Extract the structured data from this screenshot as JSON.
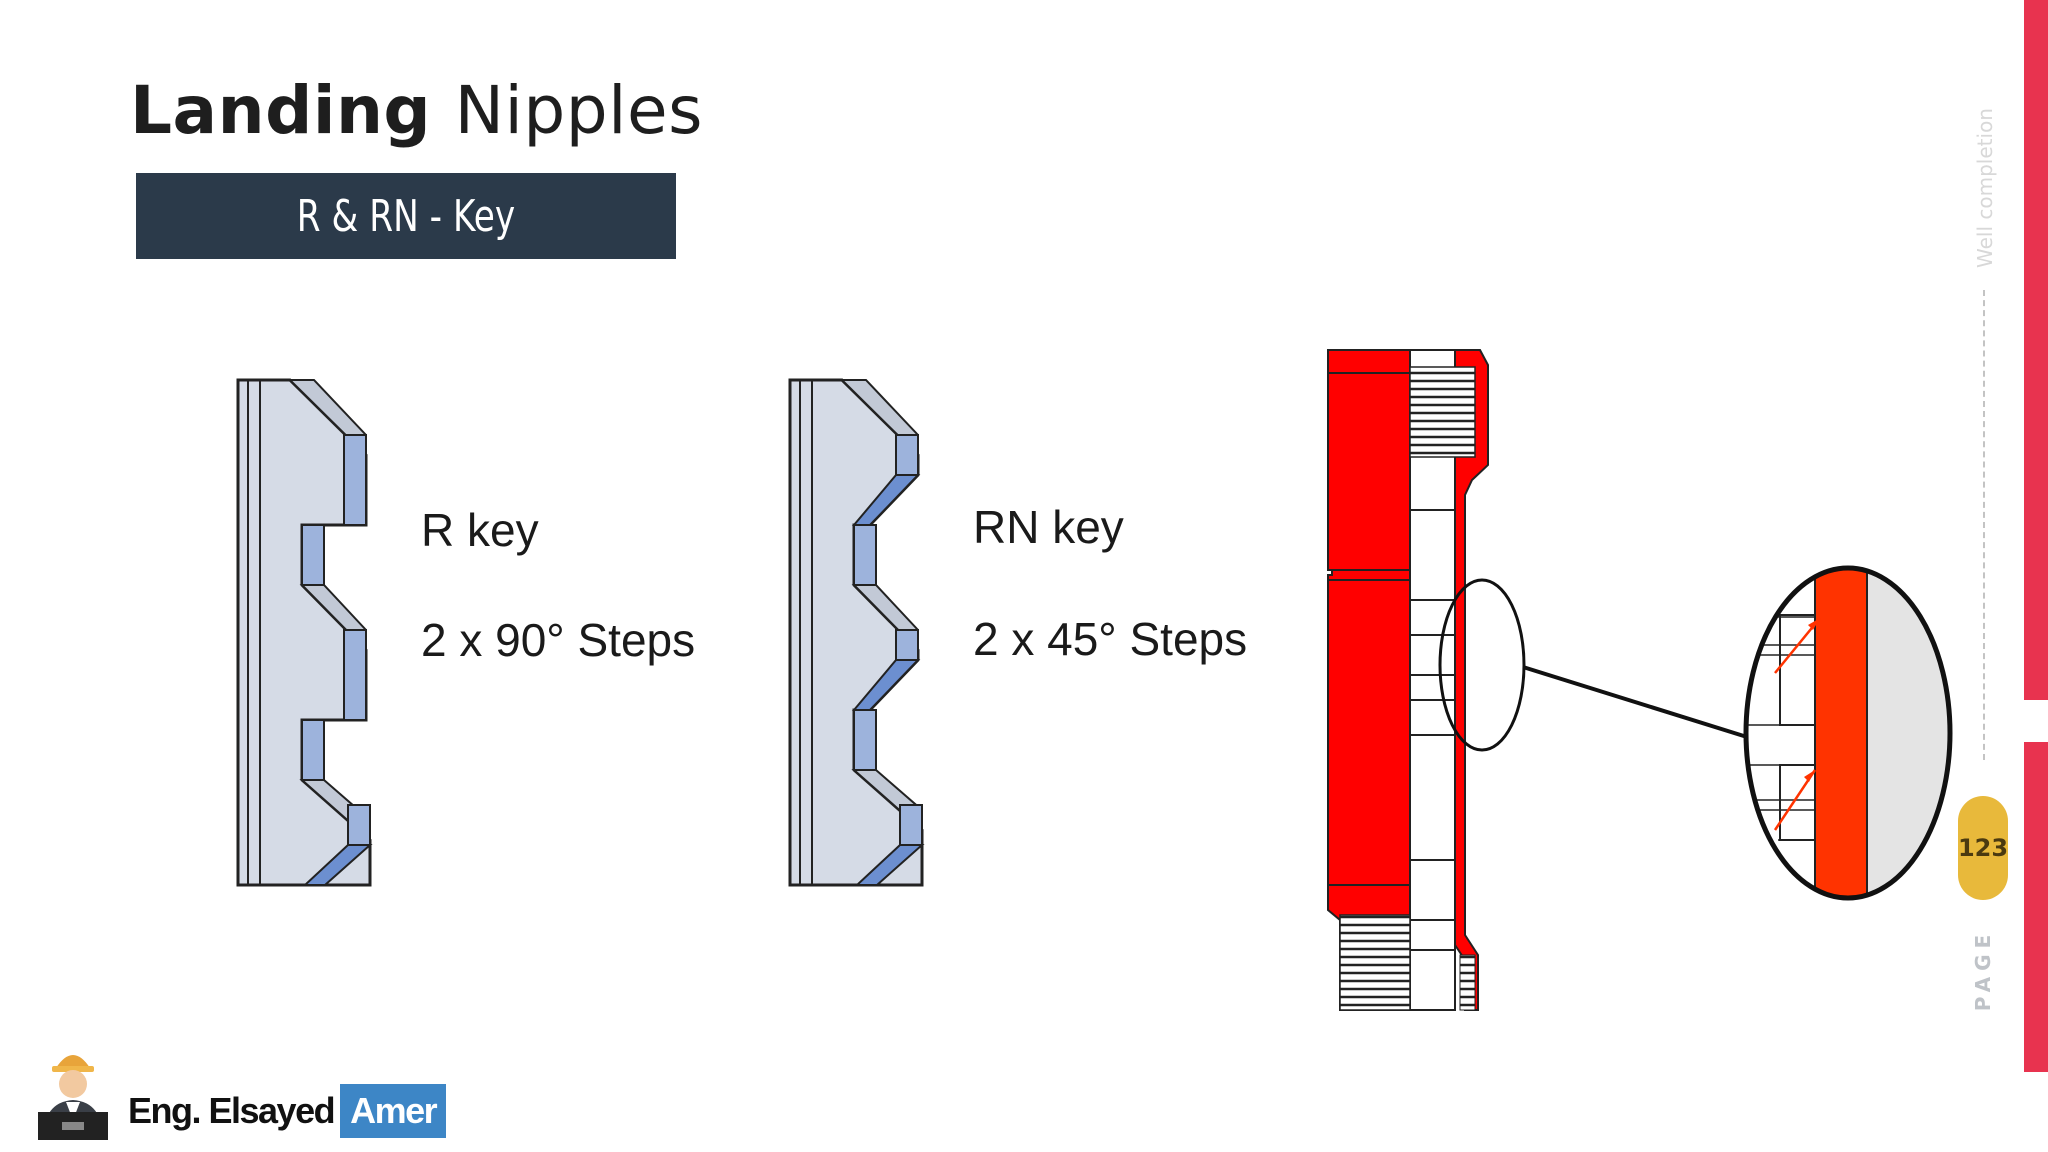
{
  "title": {
    "bold": "Landing",
    "light": "Nipples"
  },
  "subtitle": "R & RN - Key",
  "keys": [
    {
      "name": "R key",
      "steps": "2 x 90° Steps"
    },
    {
      "name": "RN key",
      "steps": "2 x 45° Steps"
    }
  ],
  "sidebar": {
    "section": "Well completion",
    "page_number": "123",
    "page_label": "PAGE",
    "accent_color": "#e8334f",
    "pill_color": "#e8b93b"
  },
  "footer": {
    "name": "Eng. Elsayed",
    "highlight": "Amer",
    "highlight_color": "#3d86c6"
  },
  "colors": {
    "key_face": "#d5dbe6",
    "key_step": "#9db3dc",
    "nipple": "#ff0000",
    "title_bar": "#2b3a4a"
  }
}
